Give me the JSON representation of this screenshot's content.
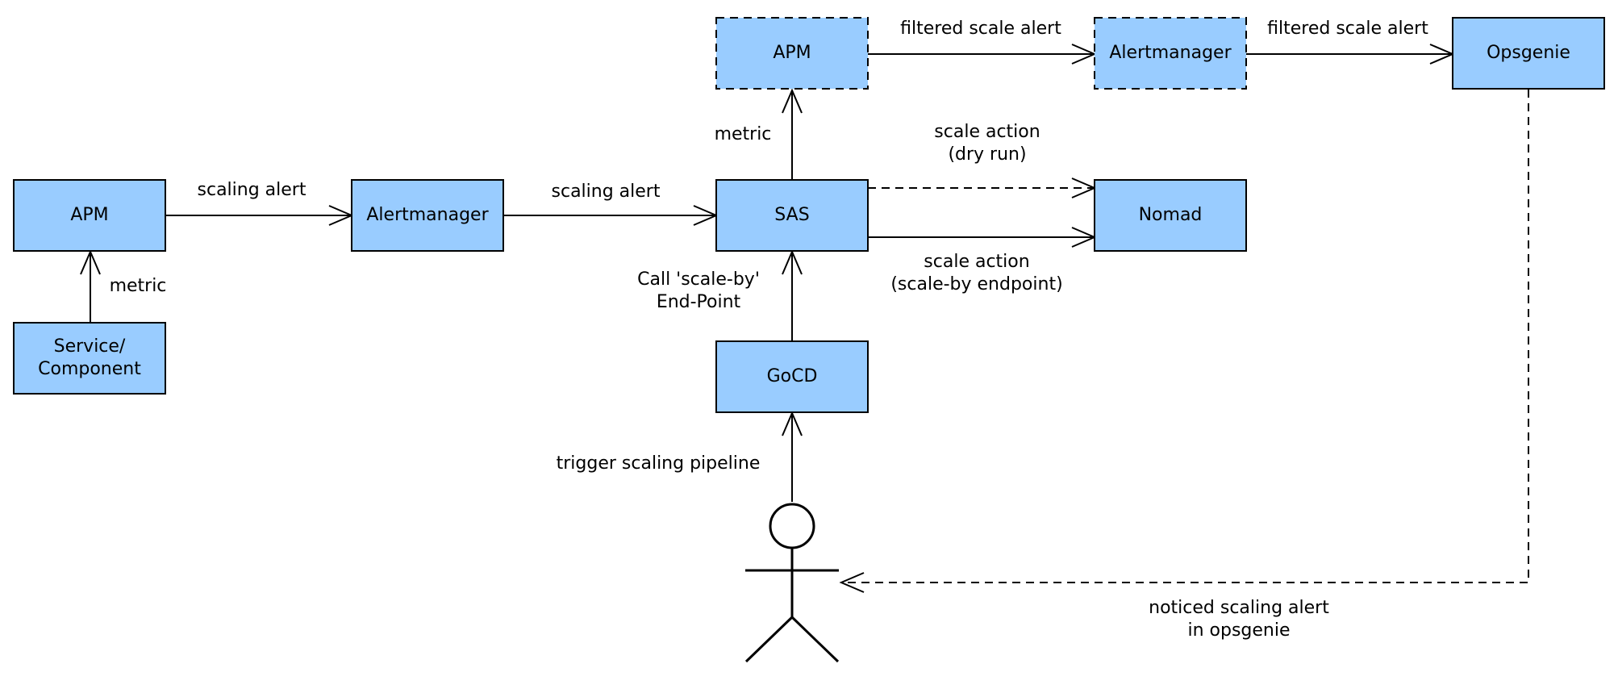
{
  "colors": {
    "box_fill": "#99ccff",
    "stroke": "#000000",
    "background": "#ffffff"
  },
  "nodes": {
    "apm_left": "APM",
    "service": "Service/\nComponent",
    "alertmanager_left": "Alertmanager",
    "sas": "SAS",
    "apm_top": "APM",
    "alertmanager_top": "Alertmanager",
    "opsgenie": "Opsgenie",
    "nomad": "Nomad",
    "gocd": "GoCD"
  },
  "edges": {
    "service_to_apm": "metric",
    "apm_to_alertmanager": "scaling alert",
    "alertmanager_to_sas": "scaling alert",
    "sas_to_apm_top": "metric",
    "apm_top_to_alertmanager_top": "filtered scale alert",
    "alertmanager_top_to_opsgenie": "filtered scale alert",
    "sas_to_nomad_dry_run": "scale action\n(dry run)",
    "sas_to_nomad": "scale action\n(scale-by endpoint)",
    "gocd_to_sas": "Call 'scale-by'\nEnd-Point",
    "user_to_gocd": "trigger scaling pipeline",
    "opsgenie_to_user": "noticed scaling alert\nin opsgenie"
  }
}
